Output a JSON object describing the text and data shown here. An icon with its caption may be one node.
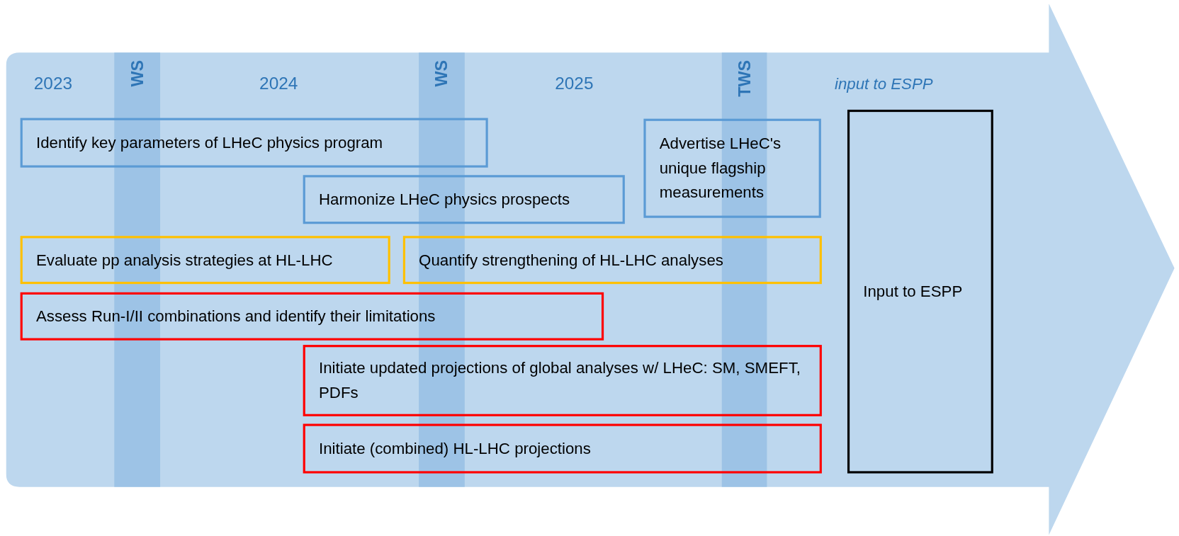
{
  "diagram": {
    "nodes": [
      {
        "text": [],
        "shape": "arrow"
      },
      {
        "text": [
          "Identify key parameters of LHeC physics program"
        ],
        "in": 0
      },
      {
        "text": [
          "Harmonize LHeC physics prospects"
        ],
        "in": 0
      },
      {
        "text": [
          "Advertise LHeC's unique flagship measurements"
        ],
        "in": 0
      },
      {
        "text": [
          "Evaluate pp analysis strategies at HL-LHC"
        ],
        "in": 0
      },
      {
        "text": [
          "Quantify strengthening of HL-LHC analyses"
        ],
        "in": 0
      },
      {
        "text": [
          "Assess Run-I/II combinations and identify their limitations"
        ],
        "in": 0
      },
      {
        "text": [
          "Initiate updated projections of global analyses w/ LHeC: SM, SMEFT, PDFs"
        ],
        "in": 0
      },
      {
        "text": [
          "Initiate (combined) HL-LHC projections"
        ],
        "in": 0
      },
      {
        "text": [
          "Input to ESPP"
        ],
        "in": 0
      }
    ],
    "edges": [],
    "labels": [
      "2023",
      "WS",
      "2024",
      "WS",
      "2025",
      "TWS",
      "input to ESPP"
    ]
  }
}
